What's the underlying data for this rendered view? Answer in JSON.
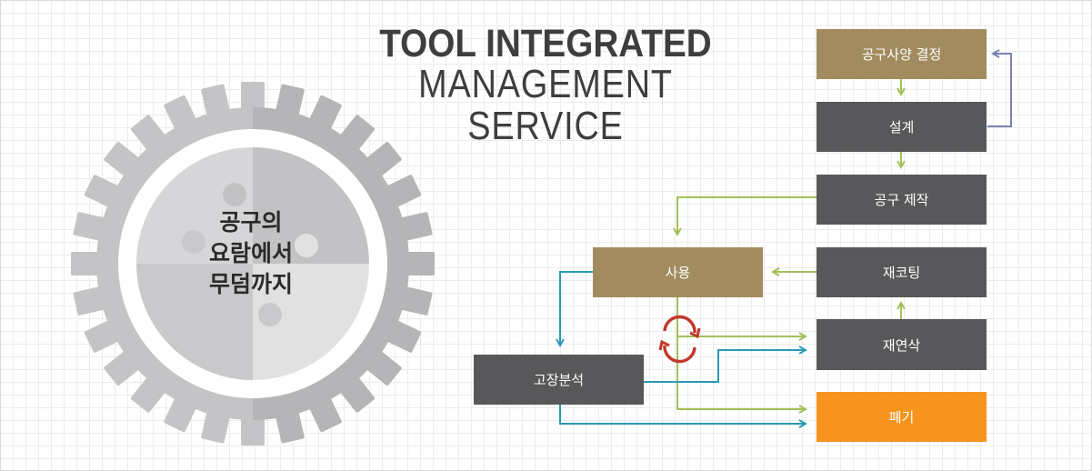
{
  "title": {
    "line1": "TOOL INTEGRATED",
    "line2": "MANAGEMENT",
    "line3": "SERVICE"
  },
  "gear": {
    "line1": "공구의",
    "line2": "요람에서",
    "line3": "무덤까지"
  },
  "boxes": {
    "spec": "공구사양 결정",
    "design": "설계",
    "make": "공구 제작",
    "recoat": "재코팅",
    "use": "사용",
    "regrind": "재연삭",
    "failure": "고장분석",
    "discard": "폐기"
  },
  "colors": {
    "tan": "#a28b5f",
    "dark": "#58585a",
    "orange": "#f7941e",
    "green_arrow": "#a2c058",
    "blue_arrow": "#2a9ab8",
    "purple_arrow": "#7b83b7",
    "red_cycle": "#c0392b"
  }
}
